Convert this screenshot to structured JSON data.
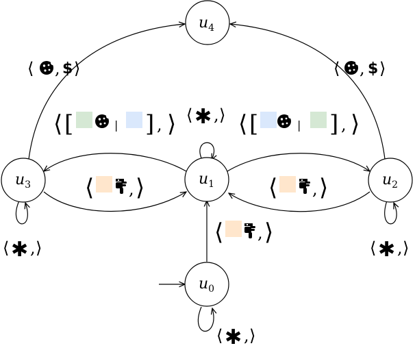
{
  "nodes": {
    "u0": {
      "main": "u",
      "sub": "0"
    },
    "u1": {
      "main": "u",
      "sub": "1"
    },
    "u2": {
      "main": "u",
      "sub": "2"
    },
    "u3": {
      "main": "u",
      "sub": "3"
    },
    "u4": {
      "main": "u",
      "sub": "4"
    }
  },
  "symbols": {
    "open": "⟨",
    "close": "⟩",
    "comma": ",",
    "star": "✱",
    "dollar": "$",
    "bar": "|",
    "lbrack": "[",
    "rbrack": "]"
  },
  "colors": {
    "green_square": "#d5e8d4",
    "blue_square": "#dae8fc",
    "orange_square": "#ffe6cc"
  },
  "icons": [
    "cookie-icon",
    "dollar-icon",
    "pointing-hand-icon",
    "asterisk-icon"
  ]
}
